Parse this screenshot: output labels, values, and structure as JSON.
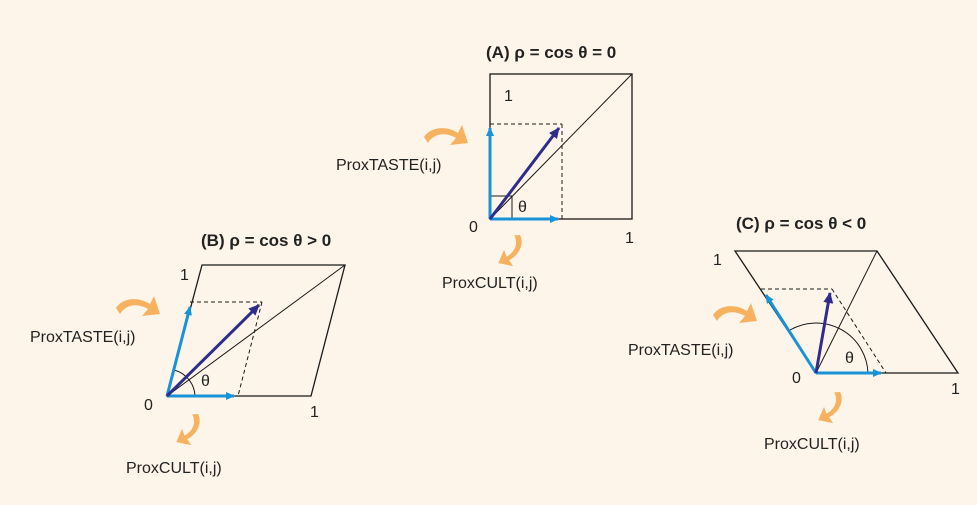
{
  "panels": {
    "a": {
      "title": "(A) ρ = cos θ = 0",
      "prox_taste": "ProxTASTE(i,j)",
      "prox_cult": "ProxCULT(i,j)",
      "origin": "0",
      "one_x": "1",
      "one_y": "1",
      "theta": "θ"
    },
    "b": {
      "title": "(B) ρ = cos θ > 0",
      "prox_taste": "ProxTASTE(i,j)",
      "prox_cult": "ProxCULT(i,j)",
      "origin": "0",
      "one_x": "1",
      "one_y": "1",
      "theta": "θ"
    },
    "c": {
      "title": "(C) ρ = cos θ < 0",
      "prox_taste": "ProxTASTE(i,j)",
      "prox_cult": "ProxCULT(i,j)",
      "origin": "0",
      "one_x": "1",
      "one_y": "1",
      "theta": "θ"
    }
  },
  "colors": {
    "background": "#fdf5e9",
    "axis_vector": "#1793d8",
    "result_vector": "#2e2d8c",
    "arrow_icon": "#f7b25f",
    "lines": "#1a1a1a"
  }
}
